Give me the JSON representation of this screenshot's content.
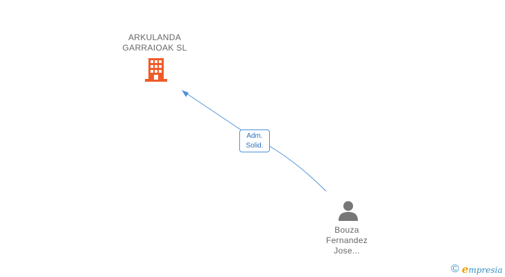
{
  "nodes": {
    "company": {
      "name_line1": "ARKULANDA",
      "name_line2": "GARRAIOAK SL",
      "icon": "building-icon",
      "color": "#f05a28"
    },
    "person": {
      "name_line1": "Bouza",
      "name_line2": "Fernandez",
      "name_line3": "Jose...",
      "icon": "person-icon",
      "color": "#777777"
    }
  },
  "edge": {
    "role_line1": "Adm.",
    "role_line2": "Solid.",
    "color": "#4a90d9"
  },
  "watermark": {
    "symbol": "©",
    "brand_initial": "e",
    "brand_rest": "mpresia"
  }
}
